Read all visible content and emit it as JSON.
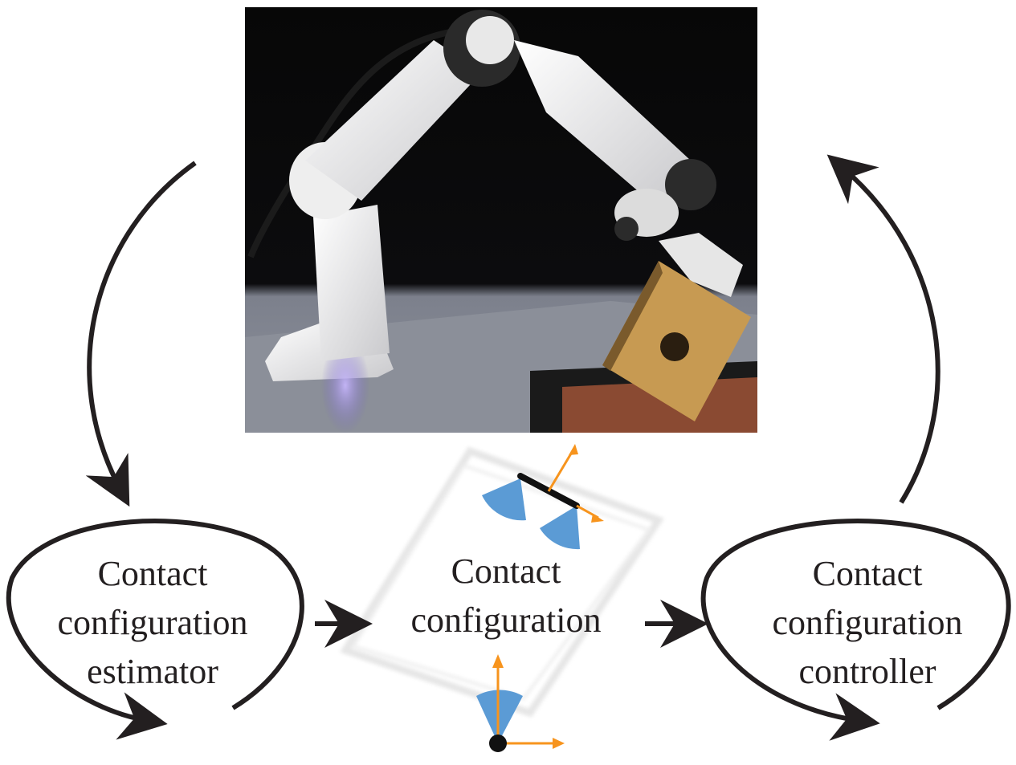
{
  "estimator": {
    "line1": "Contact",
    "line2": "configuration",
    "line3": "estimator"
  },
  "configuration": {
    "line1": "Contact",
    "line2": "configuration"
  },
  "controller": {
    "line1": "Contact",
    "line2": "configuration",
    "line3": "controller"
  },
  "colors": {
    "arrow": "#231f20",
    "frame_axis": "#f7941d",
    "cone": "#5b9bd5",
    "ghost_box": "#e4e4e4"
  },
  "photo": {
    "subject": "robot arm pushing box"
  }
}
